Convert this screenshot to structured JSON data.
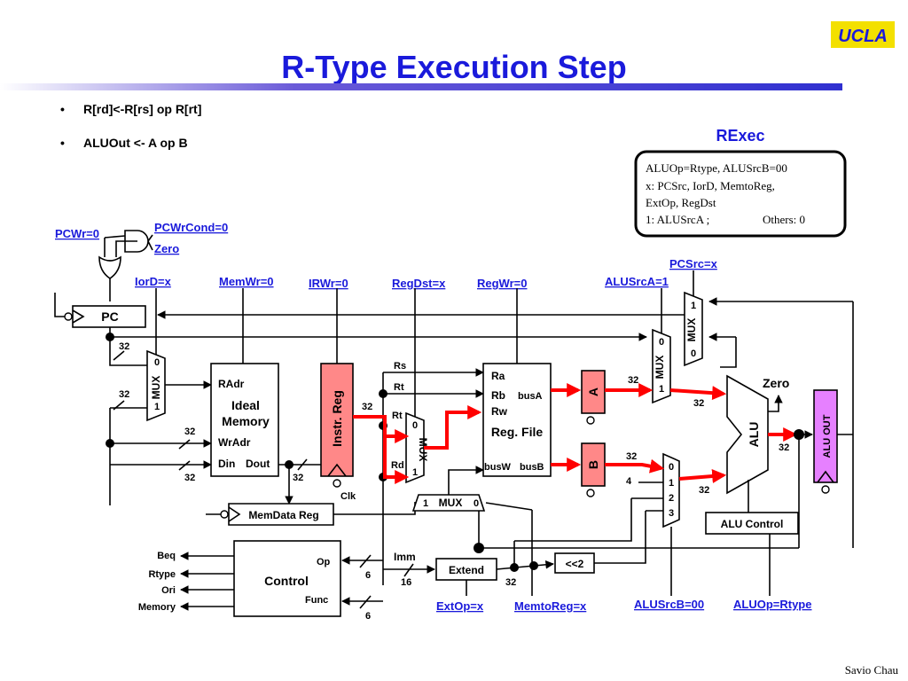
{
  "header": {
    "title": "R-Type Execution Step",
    "logo": "UCLA",
    "bullets": [
      "R[rd]<-R[rs] op R[rt]",
      "ALUOut <- A op B"
    ]
  },
  "rexec": {
    "title": "RExec",
    "lines": [
      "ALUOp=Rtype, ALUSrcB=00",
      "x: PCSrc, IorD, MemtoReg,",
      "ExtOp, RegDst"
    ],
    "line4a": "1: ALUSrcA ;",
    "line4b": "Others: 0"
  },
  "signals": {
    "pcwr": "PCWr=0",
    "pcwrcond": "PCWrCond=0",
    "zero_in": "Zero",
    "iord": "IorD=x",
    "memwr": "MemWr=0",
    "irwr": "IRWr=0",
    "regdst": "RegDst=x",
    "regwr": "RegWr=0",
    "alusrca": "ALUSrcA=1",
    "pcsrc": "PCSrc=x",
    "extop": "ExtOp=x",
    "memtoreg": "MemtoReg=x",
    "alusrcb": "ALUSrcB=00",
    "aluop": "ALUOp=Rtype"
  },
  "blocks": {
    "pc": "PC",
    "memory": {
      "radr": "RAdr",
      "line1": "Ideal",
      "line2": "Memory",
      "wradr": "WrAdr",
      "din": "Din",
      "dout": "Dout"
    },
    "ir": "Instr. Reg",
    "regfile": {
      "ra": "Ra",
      "rb": "Rb",
      "rw": "Rw",
      "name": "Reg. File",
      "busa": "busA",
      "busw": "busW",
      "busb": "busB"
    },
    "rega": "A",
    "regb": "B",
    "alu": "ALU",
    "aluout": "ALU OUT",
    "zero_out": "Zero",
    "alucontrol": "ALU Control",
    "memdata": "MemData Reg",
    "control": "Control",
    "op": "Op",
    "func": "Func",
    "extend": "Extend",
    "shift": "<<2",
    "clk": "Clk",
    "mux": "MUX",
    "mux_bottom": [
      "1",
      "MUX",
      "0"
    ]
  },
  "fields": {
    "rs": "Rs",
    "rt1": "Rt",
    "rt2": "Rt",
    "rd": "Rd",
    "imm": "Imm"
  },
  "widths": {
    "w32": "32",
    "w6": "6",
    "w16": "16",
    "w4": "4"
  },
  "mux_inputs": {
    "zero": "0",
    "one": "1",
    "two": "2",
    "three": "3"
  },
  "control_outputs": [
    "Beq",
    "Rtype",
    "Ori",
    "Memory"
  ],
  "footer": {
    "author": "Savio Chau"
  }
}
